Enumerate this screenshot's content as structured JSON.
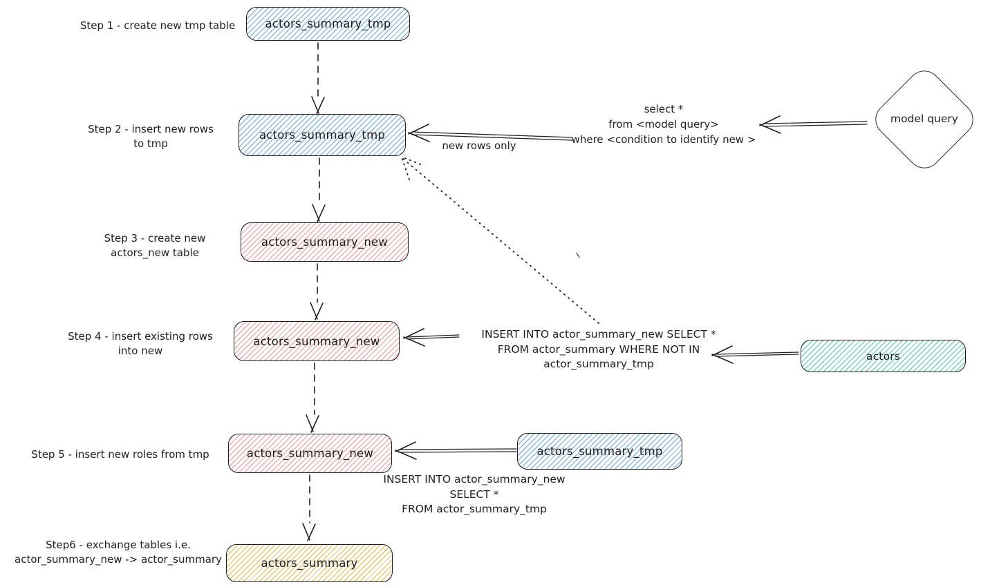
{
  "nodes": {
    "step1_box": {
      "label": "actors_summary_tmp"
    },
    "step2_box": {
      "label": "actors_summary_tmp"
    },
    "step3_box": {
      "label": "actors_summary_new"
    },
    "step4_box": {
      "label": "actors_summary_new"
    },
    "step5_box": {
      "label": "actors_summary_new"
    },
    "step5_source_box": {
      "label": "actors_summary_tmp"
    },
    "actors_box": {
      "label": "actors"
    },
    "result_box": {
      "label": "actors_summary"
    },
    "model_query": {
      "label": "model query"
    }
  },
  "step_labels": {
    "step1": {
      "line1": "Step 1 - create new tmp table"
    },
    "step2": {
      "line1": "Step 2 - insert new rows",
      "line2": "to tmp"
    },
    "step3": {
      "line1": "Step 3 - create new",
      "line2": "actors_new table"
    },
    "step4": {
      "line1": "Step 4 - insert existing rows",
      "line2": "into new"
    },
    "step5": {
      "line1": "Step 5 - insert new roles from tmp"
    },
    "step6": {
      "line1": "Step6 - exchange tables i.e.",
      "line2": "actor_summary_new -> actor_summary"
    }
  },
  "annotations": {
    "new_rows_only": "new rows only",
    "select_query": {
      "line1": "select *",
      "line2": "from <model query>",
      "line3": "where <condition to identify new >"
    },
    "insert_existing": {
      "line1": "INSERT INTO actor_summary_new SELECT *",
      "line2": "FROM actor_summary WHERE NOT IN",
      "line3": "actor_summary_tmp"
    },
    "insert_new": {
      "line1": "INSERT INTO actor_summary_new",
      "line2": "SELECT *",
      "line3": "FROM actor_summary_tmp"
    }
  },
  "colors": {
    "stroke": "#1e1e1e",
    "blue_fill": "#a5d8ff",
    "red_fill": "#ffc9c9",
    "green_fill": "#96f2d7",
    "yellow_fill": "#ffd43b",
    "background": "#ffffff"
  }
}
